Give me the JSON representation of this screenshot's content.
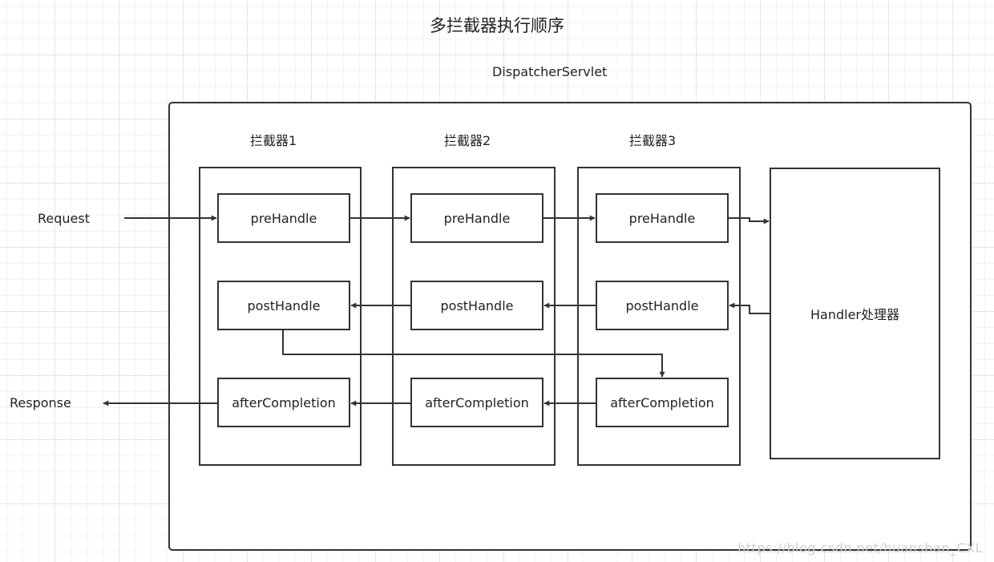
{
  "title": "多拦截器执行顺序",
  "container_label": "DispatcherServlet",
  "request_label": "Request",
  "response_label": "Response",
  "interceptors": [
    {
      "label": "拦截器1",
      "pre": "preHandle",
      "post": "postHandle",
      "after": "afterCompletion"
    },
    {
      "label": "拦截器2",
      "pre": "preHandle",
      "post": "postHandle",
      "after": "afterCompletion"
    },
    {
      "label": "拦截器3",
      "pre": "preHandle",
      "post": "postHandle",
      "after": "afterCompletion"
    }
  ],
  "handler_label": "Handler处理器",
  "watermark": "https://blog.csdn.net/huanshan_CXL",
  "colors": {
    "line": "#333333",
    "grid": "#e4e4e4",
    "background": "#ffffff"
  }
}
